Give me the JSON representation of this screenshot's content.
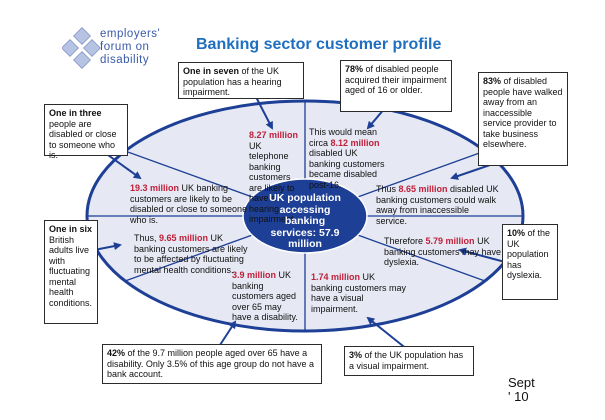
{
  "logo": {
    "line1": "employers'",
    "line2": "forum on",
    "line3": "disability"
  },
  "title": "Banking sector customer profile",
  "center": {
    "line1": "UK population",
    "line2": "accessing",
    "line3": "banking",
    "line4": "services: 57.9",
    "line5": "million"
  },
  "segments": {
    "hearing": {
      "highlight": "8.27 million",
      "text": " UK telephone banking customers are likely to have a hearing impairment."
    },
    "acquired": {
      "pre": "This would mean circa ",
      "highlight": "8.12 million",
      "text": " disabled UK banking customers became disabled post-16."
    },
    "walk_away": {
      "pre": "Thus ",
      "highlight": "8.65 million",
      "text": " disabled UK banking customers could walk away from inaccessible service."
    },
    "dyslexia": {
      "pre": "Therefore ",
      "highlight": "5.79 million",
      "text": " UK banking customers may have dyslexia."
    },
    "visual": {
      "highlight": "1.74 million",
      "text": " UK banking customers may have a visual impairment."
    },
    "over65": {
      "highlight": "3.9 million",
      "text": " UK banking customers aged over 65 may have a disability."
    },
    "mental": {
      "pre": "Thus, ",
      "highlight": "9.65 million",
      "text": " UK banking customers are likely to be affected by fluctuating mental health conditions."
    },
    "disabled": {
      "highlight": "19.3 million",
      "text": " UK banking customers are likely to be disabled or close to someone who is."
    }
  },
  "callouts": {
    "hearing": {
      "bold": "One in seven",
      "text": " of the UK population has a hearing impairment."
    },
    "acquired": {
      "bold": "78%",
      "text": " of disabled people acquired their impairment aged of 16 or older."
    },
    "walk_away": {
      "bold": "83%",
      "text": " of disabled people have walked away from an inaccessible service provider to take business elsewhere."
    },
    "dyslexia": {
      "bold": "10%",
      "text": " of the UK population has dyslexia."
    },
    "visual": {
      "bold": "3%",
      "text": " of the UK population has a visual impairment."
    },
    "over65": {
      "bold": "42%",
      "text": " of the 9.7 million people aged over 65 have a disability. Only 3.5% of this age group do not have a bank account."
    },
    "mental": {
      "bold": "One in six",
      "text": " British adults live with fluctuating mental health conditions."
    },
    "disabled": {
      "bold": "One in three",
      "text": " people are disabled or close to someone who is."
    }
  },
  "date": {
    "line1": "Sept",
    "line2": "' 10"
  },
  "colors": {
    "title": "#1f6fc0",
    "highlight": "#c0203a",
    "ellipse_fill": "#e6e8f3",
    "ellipse_stroke": "#1d3f95",
    "center_fill": "#1d3f95",
    "arrow": "#1d3f95",
    "logo": "#3a5aa8"
  }
}
